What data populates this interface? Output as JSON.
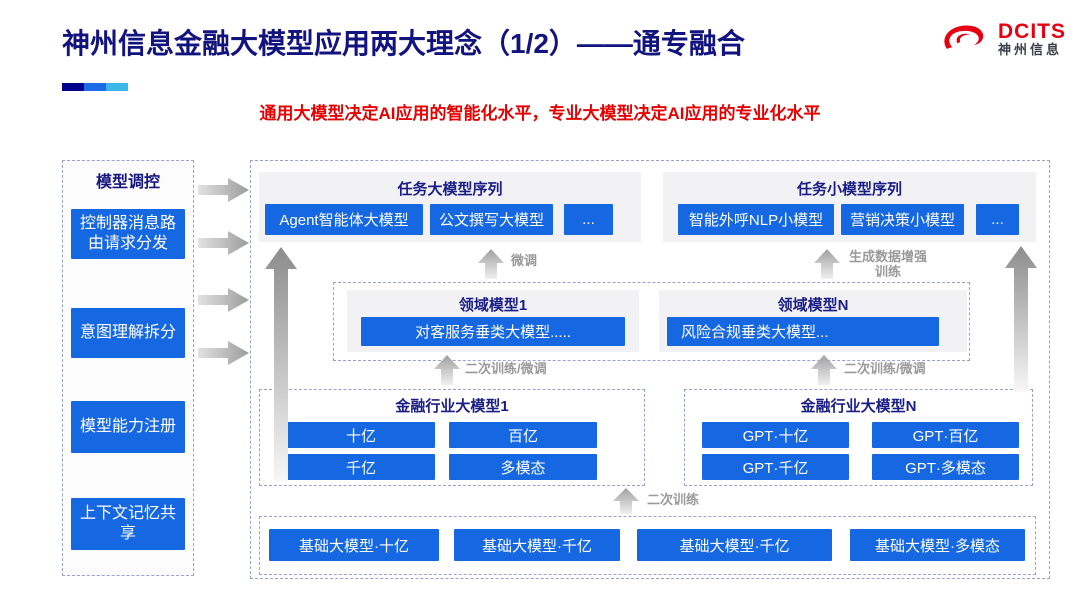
{
  "slide": {
    "title": "神州信息金融大模型应用两大理念（1/2）——通专融合",
    "subtitle": "通用大模型决定AI应用的智能化水平，专业大模型决定AI应用的专业化水平"
  },
  "logo": {
    "brand": "DCITS",
    "brand_cn": "神州信息"
  },
  "colors": {
    "accent_blue": "#1667e2",
    "title_navy": "#13137f",
    "subtitle_red": "#e60000",
    "logo_red": "#e60012",
    "panel_gray": "#f2f2f4",
    "arrow_gray": "#9a9a9a",
    "dashed_border": "#94a3d0"
  },
  "sidebar": {
    "title": "模型调控",
    "items": [
      {
        "label": "控制器消息路由请求分发"
      },
      {
        "label": "意图理解拆分"
      },
      {
        "label": "模型能力注册"
      },
      {
        "label": "上下文记忆共享"
      }
    ]
  },
  "diagram": {
    "task_large_series": {
      "title": "任务大模型序列",
      "items": [
        "Agent智能体大模型",
        "公文撰写大模型",
        "..."
      ]
    },
    "task_small_series": {
      "title": "任务小模型序列",
      "items": [
        "智能外呼NLP小模型",
        "营销决策小模型",
        "..."
      ]
    },
    "domain_models": [
      {
        "title": "领域模型1",
        "model": "对客服务垂类大模型....."
      },
      {
        "title": "领域模型N",
        "model": "风险合规垂类大模型..."
      }
    ],
    "industry_models": [
      {
        "title": "金融行业大模型1",
        "items": [
          "十亿",
          "百亿",
          "千亿",
          "多模态"
        ]
      },
      {
        "title": "金融行业大模型N",
        "items": [
          "GPT·十亿",
          "GPT·百亿",
          "GPT·千亿",
          "GPT·多模态"
        ]
      }
    ],
    "base_models": [
      "基础大模型·十亿",
      "基础大模型·千亿",
      "基础大模型·千亿",
      "基础大模型·多模态"
    ],
    "arrow_labels": {
      "fine_tune": "微调",
      "generate_data": "生成数据增强训练",
      "retrain_left": "二次训练/微调",
      "retrain_right": "二次训练/微调",
      "retrain_bottom": "二次训练"
    }
  }
}
